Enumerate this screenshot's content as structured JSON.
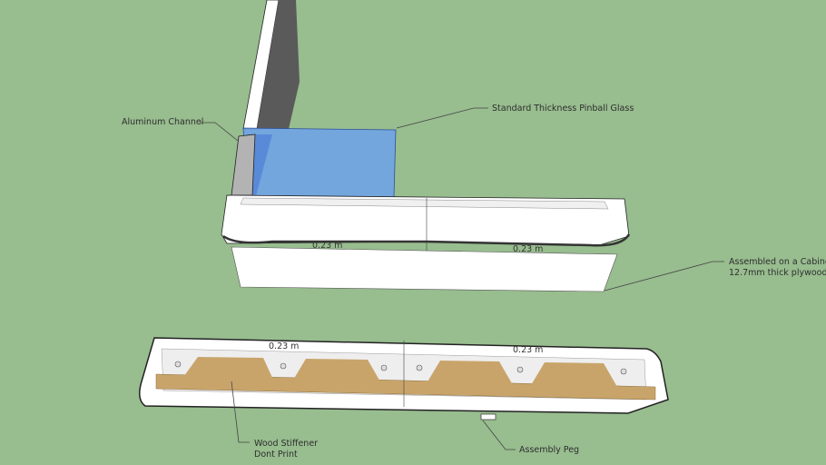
{
  "colors": {
    "background": "#98bd8f",
    "glass": "#6fa3e6",
    "aluminum": "#b3b3b3",
    "wood": "#c9a46a",
    "plastic": "#ffffff"
  },
  "annotations": {
    "aluminum_channel": "Aluminum Channel",
    "pinball_glass": "Standard Thickness Pinball Glass",
    "cabinet_line1": "Assembled on a Cabinet",
    "cabinet_line2": "12.7mm thick plywood",
    "wood_stiffener_line1": "Wood Stiffener",
    "wood_stiffener_line2": "Dont Print",
    "assembly_peg": "Assembly Peg"
  },
  "dimensions": {
    "upper_left": "0.23 m",
    "upper_right": "0.23 m",
    "lower_left": "0.23 m",
    "lower_right": "0.23 m"
  }
}
